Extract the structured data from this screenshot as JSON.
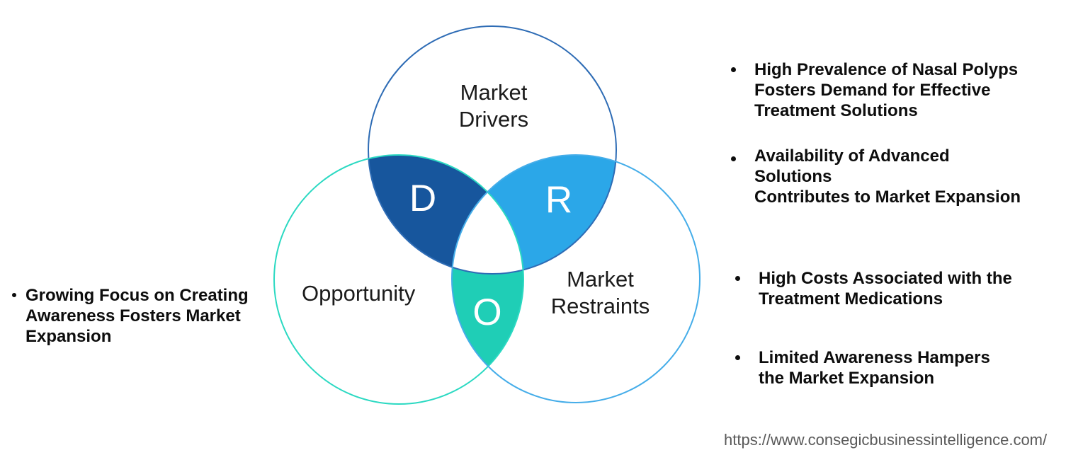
{
  "venn": {
    "drivers": {
      "label": "Market\nDrivers",
      "letter": "D",
      "stroke": "#2e6cb5",
      "fill": "#17569d"
    },
    "opportunity": {
      "label": "Opportunity",
      "letter": "O",
      "stroke": "#2bd9c2",
      "fill": "#1fceb6"
    },
    "restraints": {
      "label": "Market\nRestraints",
      "letter": "R",
      "stroke": "#45ade9",
      "fill": "#2ba7e8"
    }
  },
  "left_bullets": [
    {
      "text": "Growing Focus on Creating\nAwareness Fosters Market\nExpansion"
    }
  ],
  "right_bullets": [
    {
      "text": "High Prevalence of Nasal Polyps\nFosters Demand for Effective\nTreatment Solutions"
    },
    {
      "text": "Availability of Advanced Solutions\nContributes to Market Expansion"
    },
    {
      "text": "High Costs Associated with the\nTreatment Medications"
    },
    {
      "text": "Limited Awareness Hampers\nthe Market Expansion"
    }
  ],
  "footer": {
    "url": "https://www.consegicbusinessintelligence.com/"
  },
  "colors": {
    "background": "#ffffff",
    "bullet_text": "#0d0d0d",
    "venn_label_text": "#1b1b1b",
    "letter_text": "#ffffff",
    "url_text": "#595959"
  }
}
